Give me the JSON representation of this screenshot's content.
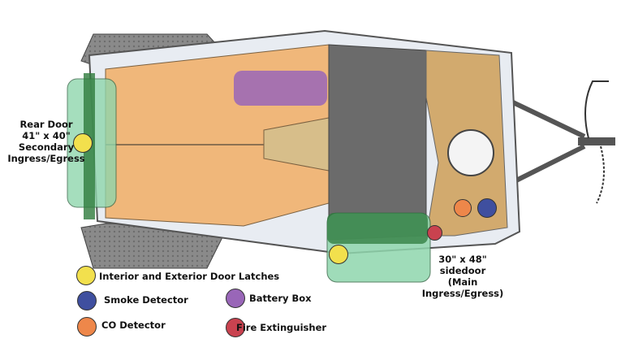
{
  "labels": {
    "rear_door": [
      "Rear Door",
      "41\" x 40\"",
      "Secondary",
      "Ingress/Egress"
    ],
    "side_door": [
      "30\" x 48\"",
      "sidedoor",
      "(Main",
      "Ingress/Egress)"
    ]
  },
  "legend": [
    {
      "label": "Interior and Exterior Door Latches",
      "color": "#f2e04d"
    },
    {
      "label": "Smoke Detector",
      "color": "#3f4f9f"
    },
    {
      "label": "CO Detector",
      "color": "#ee874a"
    },
    {
      "label": "Battery Box",
      "color": "#9966b8"
    },
    {
      "label": "Fire Extinguisher",
      "color": "#c9424f"
    }
  ]
}
